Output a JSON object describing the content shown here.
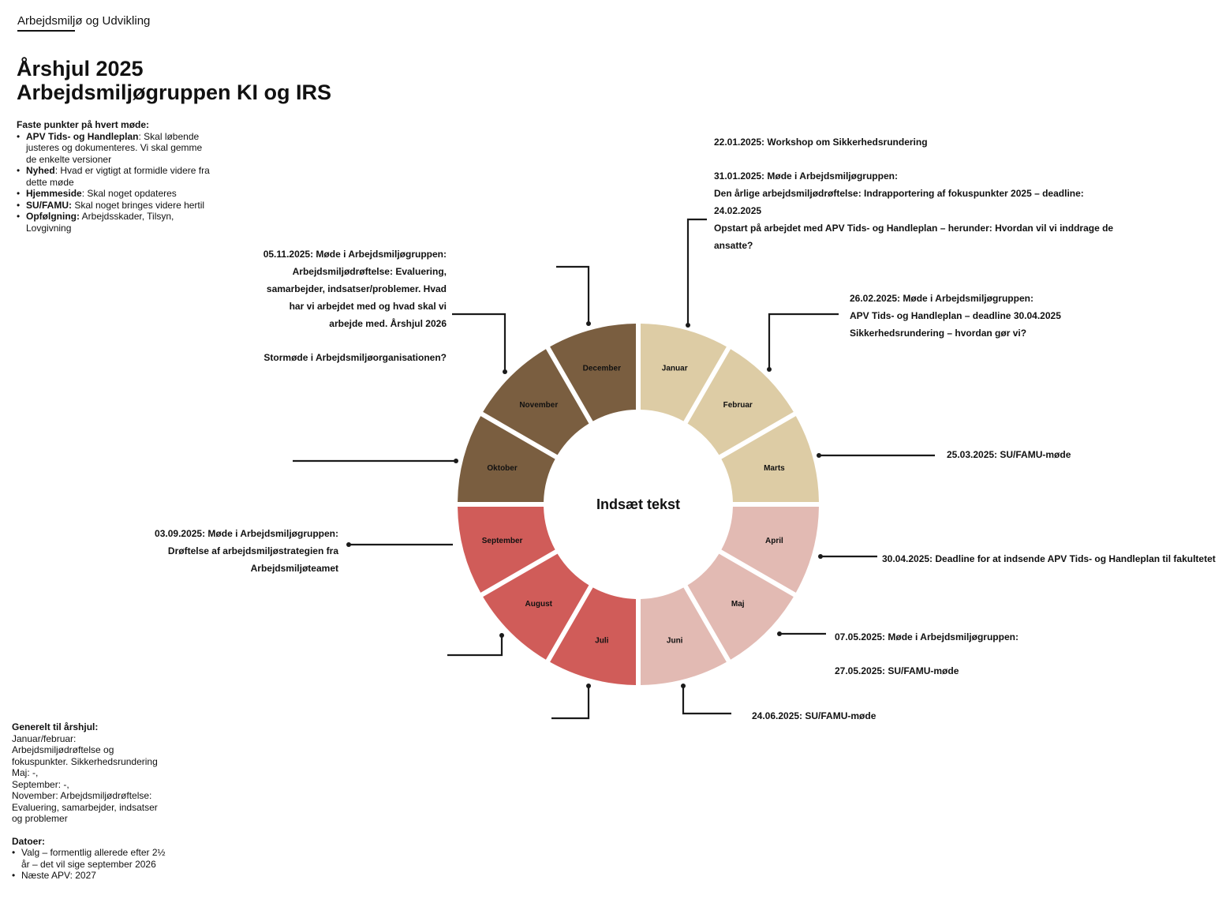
{
  "header": {
    "brand": "Arbejdsmiljø og Udvikling",
    "title_line1": "Årshjul 2025",
    "title_line2": "Arbejdsmiljøgruppen KI og IRS"
  },
  "faste_punkter": {
    "heading": "Faste punkter på hvert møde:",
    "items": [
      {
        "term": "APV Tids- og Handleplan",
        "text": ": Skal løbende justeres og dokumenteres. Vi skal gemme de enkelte versioner"
      },
      {
        "term": "Nyhed",
        "text": ": Hvad er vigtigt at formidle videre fra dette møde"
      },
      {
        "term": "Hjemmeside",
        "text": ": Skal noget opdateres"
      },
      {
        "term": "SU/FAMU:",
        "text": " Skal noget bringes videre hertil"
      },
      {
        "term": "Opfølgning:",
        "text": " Arbejdsskader, Tilsyn, Lovgivning"
      }
    ]
  },
  "wheel": {
    "center_text": "Indsæt tekst",
    "colors": {
      "winter_dark": "#7a5e40",
      "winter_light": "#ddcca5",
      "spring": "#e2bab3",
      "summer": "#d05c59"
    },
    "months": [
      {
        "label": "Januar",
        "color": "#ddcca5"
      },
      {
        "label": "Februar",
        "color": "#ddcca5"
      },
      {
        "label": "Marts",
        "color": "#ddcca5"
      },
      {
        "label": "April",
        "color": "#e2bab3"
      },
      {
        "label": "Maj",
        "color": "#e2bab3"
      },
      {
        "label": "Juni",
        "color": "#e2bab3"
      },
      {
        "label": "Juli",
        "color": "#d05c59"
      },
      {
        "label": "August",
        "color": "#d05c59"
      },
      {
        "label": "September",
        "color": "#d05c59"
      },
      {
        "label": "Oktober",
        "color": "#7a5e40"
      },
      {
        "label": "November",
        "color": "#7a5e40"
      },
      {
        "label": "December",
        "color": "#7a5e40"
      }
    ]
  },
  "notes": {
    "januar": {
      "line1": "22.01.2025: Workshop om Sikkerhedsrundering",
      "line2": "31.01.2025: Møde i Arbejdsmiljøgruppen:",
      "line3": "Den årlige arbejdsmiljødrøftelse: Indrapportering af fokuspunkter 2025 – deadline:",
      "line4": "24.02.2025",
      "line5": "Opstart på arbejdet med APV Tids- og Handleplan – herunder: Hvordan vil vi inddrage de",
      "line6": "ansatte?"
    },
    "februar": {
      "line1": "26.02.2025: Møde i Arbejdsmiljøgruppen:",
      "line2": "APV Tids- og Handleplan – deadline 30.04.2025",
      "line3": "Sikkerhedsrundering – hvordan gør vi?"
    },
    "marts": "25.03.2025: SU/FAMU-møde",
    "april": "30.04.2025: Deadline for at indsende APV Tids- og Handleplan til fakultetet",
    "maj": {
      "line1": "07.05.2025: Møde i Arbejdsmiljøgruppen:",
      "line2": "27.05.2025: SU/FAMU-møde"
    },
    "juni": "24.06.2025: SU/FAMU-møde",
    "september": {
      "line1": "03.09.2025: Møde i Arbejdsmiljøgruppen:",
      "line2": "Drøftelse af arbejdsmiljøstrategien fra",
      "line3": "Arbejdsmiljøteamet"
    },
    "november": {
      "line1": "05.11.2025: Møde i Arbejdsmiljøgruppen:",
      "line2": "Arbejdsmiljødrøftelse: Evaluering,",
      "line3": "samarbejder, indsatser/problemer. Hvad",
      "line4": "har vi arbejdet med og hvad skal vi",
      "line5": "arbejde med. Årshjul 2026",
      "line6": "Stormøde i Arbejdsmiljøorganisationen?"
    }
  },
  "generelt": {
    "heading": "Generelt til årshjul:",
    "lines": [
      "Januar/februar:",
      "Arbejdsmiljødrøftelse og fokuspunkter. Sikkerhedsrundering",
      "Maj: -,",
      "September: -,",
      "November: Arbejdsmiljødrøftelse: Evaluering, samarbejder, indsatser og problemer"
    ],
    "datoer_heading": "Datoer:",
    "datoer": [
      "Valg – formentlig allerede efter 2½ år – det vil sige september 2026",
      "Næste APV: 2027"
    ]
  }
}
